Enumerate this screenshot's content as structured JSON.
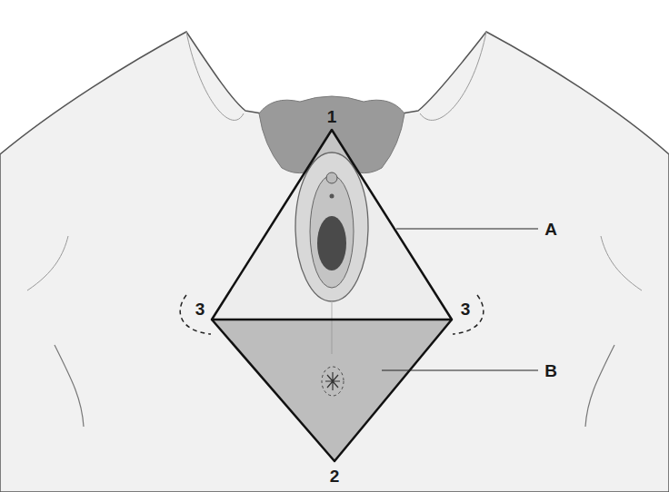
{
  "diagram": {
    "labels": [
      "1",
      "A",
      "3",
      "3",
      "B",
      "2"
    ]
  }
}
